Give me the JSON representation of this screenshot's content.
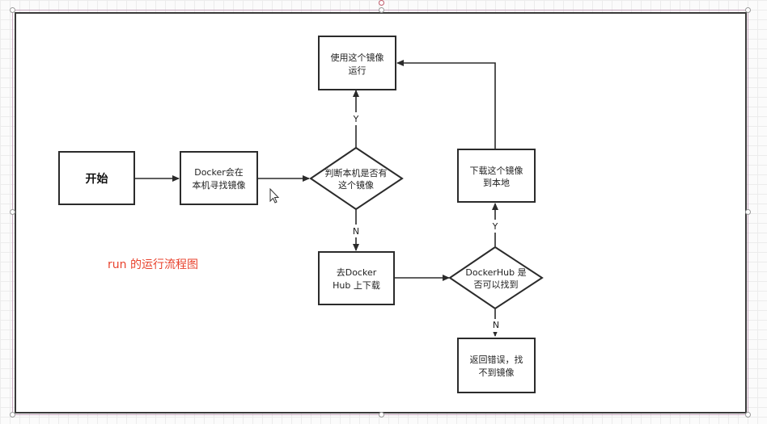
{
  "diagram": {
    "nodes": {
      "start": {
        "text": "开始"
      },
      "docker_find": {
        "lines": [
          "Docker会在",
          "本机寻找镜像"
        ]
      },
      "decision_local": {
        "lines": [
          "判断本机是否有",
          "这个镜像"
        ]
      },
      "use_run": {
        "lines": [
          "使用这个镜像",
          "运行"
        ]
      },
      "goto_hub": {
        "lines": [
          "去Docker",
          "Hub 上下载"
        ]
      },
      "decision_hub": {
        "lines": [
          "DockerHub 是",
          "否可以找到"
        ]
      },
      "download": {
        "lines": [
          "下载这个镜像",
          "到本地"
        ]
      },
      "error": {
        "lines": [
          "返回错误，找",
          "不到镜像"
        ]
      }
    },
    "edges": {
      "local_yes": "Y",
      "local_no": "N",
      "hub_yes": "Y",
      "hub_no": "N"
    },
    "note": "run 的运行流程图"
  },
  "colors": {
    "note_text": "#e8422d",
    "stroke": "#2b2b2b"
  }
}
